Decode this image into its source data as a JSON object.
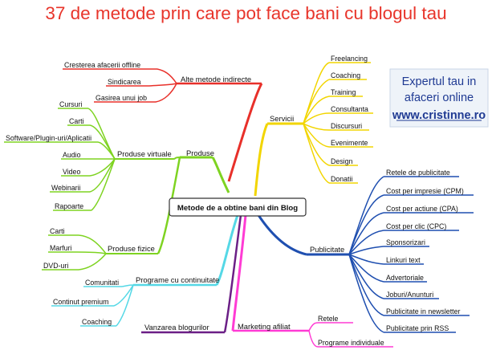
{
  "title": "37 de metode prin care pot face bani cu blogul tau",
  "center": "Metode de a obtine bani din Blog",
  "promo": {
    "line1": "Expertul tau in",
    "line2": "afaceri online",
    "url": "www.cristinne.ro"
  },
  "colors": {
    "title": "#e8352b",
    "alte": "#e8302a",
    "produse": "#7ed321",
    "servicii": "#f2d500",
    "publicitate": "#1f4fb0",
    "continuitate": "#55d8e6",
    "vanzarea": "#6b1f86",
    "afiliat": "#ff3bd4"
  },
  "branches": {
    "alte": {
      "label": "Alte metode indirecte",
      "items": [
        "Cresterea afacerii offline",
        "Sindicarea",
        "Gasirea unui job"
      ]
    },
    "produse": {
      "label": "Produse",
      "virtuale": {
        "label": "Produse virtuale",
        "items": [
          "Cursuri",
          "Carti",
          "Software/Plugin-uri/Aplicatii",
          "Audio",
          "Video",
          "Webinarii",
          "Rapoarte"
        ]
      },
      "fizice": {
        "label": "Produse fizice",
        "items": [
          "Carti",
          "Marfuri",
          "DVD-uri"
        ]
      }
    },
    "continuitate": {
      "label": "Programe cu continuitate",
      "items": [
        "Comunitati",
        "Continut premium",
        "Coaching"
      ]
    },
    "vanzarea": {
      "label": "Vanzarea blogurilor"
    },
    "afiliat": {
      "label": "Marketing afiliat",
      "items": [
        "Retele",
        "Programe individuale"
      ]
    },
    "servicii": {
      "label": "Servicii",
      "items": [
        "Freelancing",
        "Coaching",
        "Training",
        "Consultanta",
        "Discursuri",
        "Evenimente",
        "Design",
        "Donatii"
      ]
    },
    "publicitate": {
      "label": "Publicitate",
      "items": [
        "Retele de publicitate",
        "Cost per impresie (CPM)",
        "Cost per actiune (CPA)",
        "Cost per clic (CPC)",
        "Sponsorizari",
        "Linkuri text",
        "Advertoriale",
        "Joburi/Anunturi",
        "Publicitate in newsletter",
        "Publicitate prin RSS"
      ]
    }
  }
}
